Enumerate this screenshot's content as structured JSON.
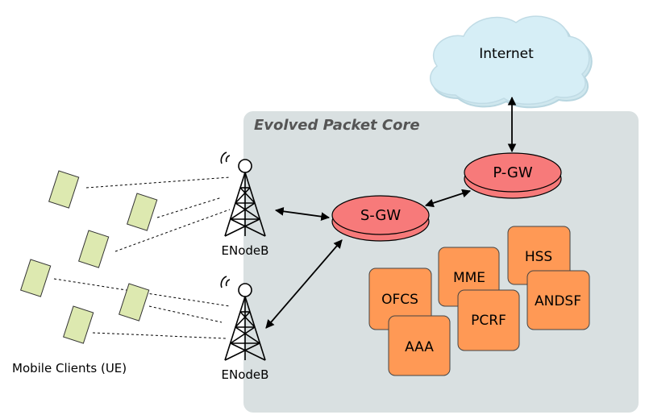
{
  "cloud": {
    "label": "Internet"
  },
  "core": {
    "title": "Evolved Packet Core"
  },
  "gateways": {
    "pgw": "P-GW",
    "sgw": "S-GW"
  },
  "enodebs": [
    {
      "label": "ENodeB"
    },
    {
      "label": "ENodeB"
    }
  ],
  "functions": [
    "MME",
    "HSS",
    "OFCS",
    "PCRF",
    "ANDSF",
    "AAA"
  ],
  "clients": {
    "label": "Mobile Clients (UE)"
  },
  "colors": {
    "cloud": "#d6eef6",
    "core_bg": "#d9e0e1",
    "gateway": "#f77a7a",
    "function_box": "#ff9955",
    "ue": "#dde9b0"
  }
}
